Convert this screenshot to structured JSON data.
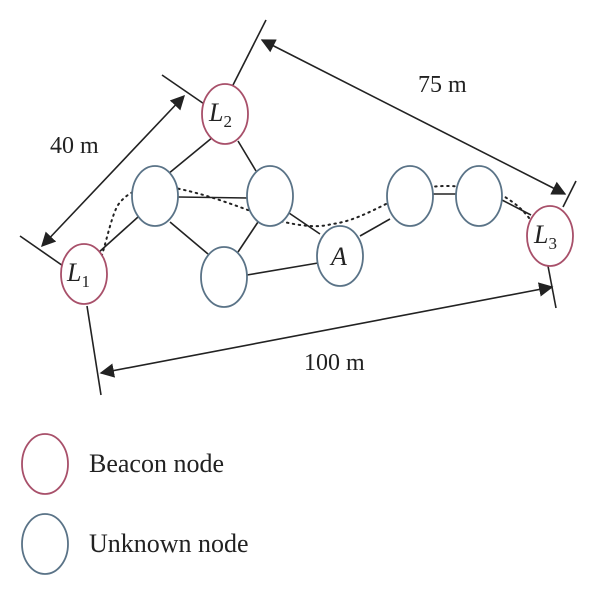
{
  "colors": {
    "beacon_stroke": "#a8506a",
    "unknown_stroke": "#5a7387",
    "line": "#222222"
  },
  "nodes": {
    "L1": {
      "letter": "L",
      "sub": "1",
      "type": "beacon"
    },
    "L2": {
      "letter": "L",
      "sub": "2",
      "type": "beacon"
    },
    "L3": {
      "letter": "L",
      "sub": "3",
      "type": "beacon"
    },
    "A": {
      "letter": "A",
      "sub": "",
      "type": "unknown"
    }
  },
  "distances": {
    "L1_L2": "40 m",
    "L2_L3": "75 m",
    "L1_L3": "100 m"
  },
  "legend": {
    "beacon": "Beacon node",
    "unknown": "Unknown node"
  }
}
